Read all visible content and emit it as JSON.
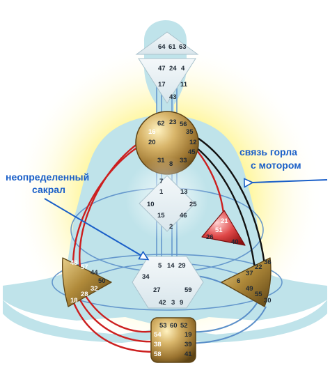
{
  "annotations": {
    "throat_motor": [
      "связь горла",
      "с мотором"
    ],
    "sacral": [
      "неопределенный",
      "сакрал"
    ]
  },
  "colors": {
    "body": "#bfe3ea",
    "glow": "#fff58a",
    "gold": "#b08a3a",
    "red": "#cc1f1f",
    "blue_lines": "#5b8fc9",
    "arrow": "#1a5fc8"
  },
  "centers": {
    "head": [
      "64",
      "61",
      "63"
    ],
    "ajna": [
      "47",
      "24",
      "4",
      "17",
      "11",
      "43"
    ],
    "throat": [
      "62",
      "23",
      "56",
      "16",
      "35",
      "20",
      "12",
      "45",
      "31",
      "8",
      "33"
    ],
    "g": [
      "1",
      "13",
      "10",
      "25",
      "15",
      "46",
      "7",
      "2"
    ],
    "heart": [
      "21",
      "51",
      "26",
      "40"
    ],
    "sacral": [
      "5",
      "14",
      "29",
      "34",
      "27",
      "59",
      "42",
      "3",
      "9"
    ],
    "spleen": [
      "48",
      "57",
      "44",
      "50",
      "32",
      "28",
      "18"
    ],
    "solar": [
      "37",
      "22",
      "36",
      "6",
      "49",
      "55",
      "30"
    ],
    "root": [
      "53",
      "60",
      "52",
      "54",
      "19",
      "38",
      "39",
      "58",
      "41"
    ]
  }
}
